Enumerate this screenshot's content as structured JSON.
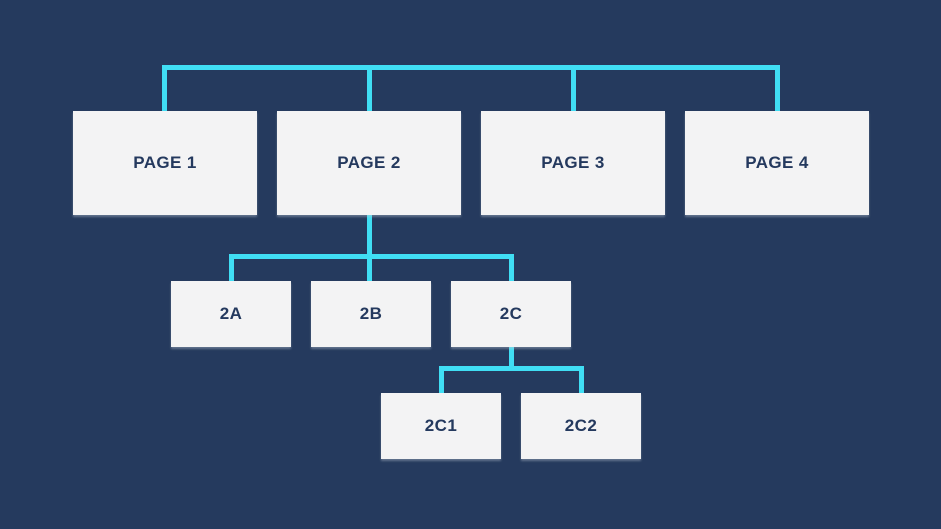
{
  "diagram": {
    "type": "sitemap-hierarchy",
    "colors": {
      "background": "#253A5E",
      "connector": "#40DEF4",
      "node_fill": "#F3F3F4",
      "node_text": "#24395E"
    },
    "nodes": {
      "page1": {
        "label": "PAGE 1"
      },
      "page2": {
        "label": "PAGE 2"
      },
      "page3": {
        "label": "PAGE 3"
      },
      "page4": {
        "label": "PAGE 4"
      },
      "sub2a": {
        "label": "2A"
      },
      "sub2b": {
        "label": "2B"
      },
      "sub2c": {
        "label": "2C"
      },
      "sub2c1": {
        "label": "2C1"
      },
      "sub2c2": {
        "label": "2C2"
      }
    },
    "hierarchy": {
      "top_row": [
        "PAGE 1",
        "PAGE 2",
        "PAGE 3",
        "PAGE 4"
      ],
      "children": {
        "PAGE 2": [
          "2A",
          "2B",
          "2C"
        ],
        "2C": [
          "2C1",
          "2C2"
        ]
      }
    }
  }
}
